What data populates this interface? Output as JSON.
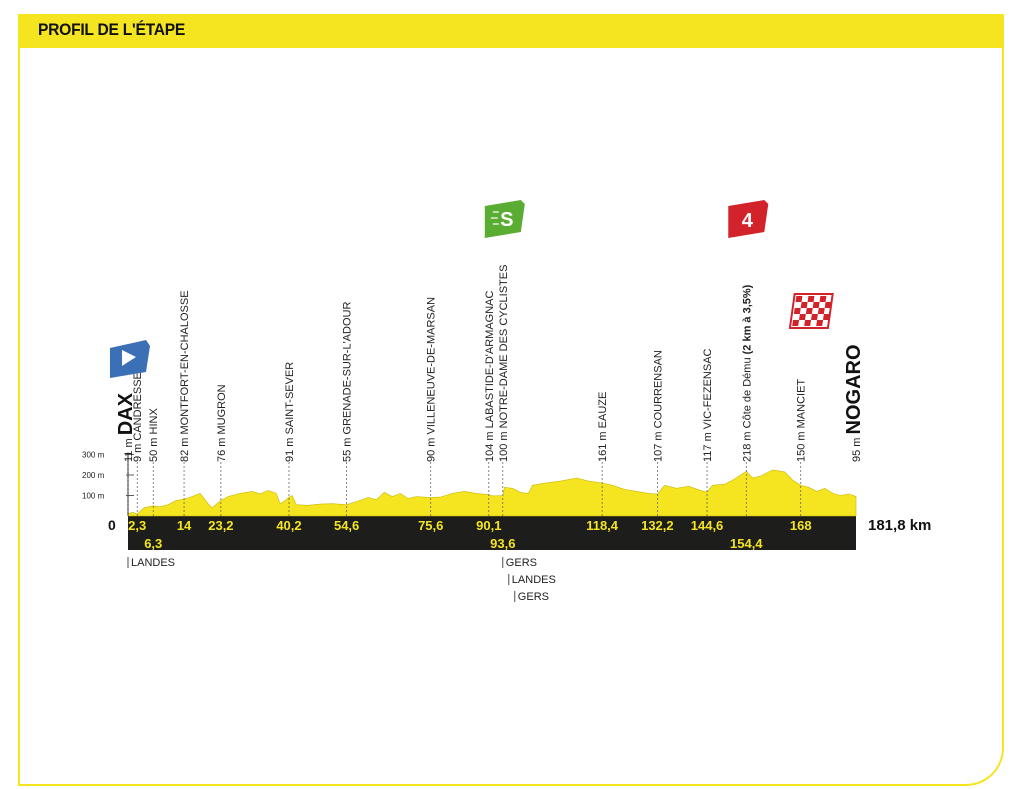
{
  "header": {
    "title": "PROFIL DE L'ÉTAPE"
  },
  "colors": {
    "accent_yellow": "#f5e521",
    "band_dark": "#1d1d1b",
    "sprint_green": "#5aac32",
    "climb_red": "#d2232a",
    "start_blue": "#3b6fb6"
  },
  "chart_data": {
    "type": "area",
    "title": "",
    "xlabel": "",
    "ylabel": "",
    "xlim": [
      0,
      181.8
    ],
    "ylim": [
      0,
      300
    ],
    "x_unit": "km",
    "y_ticks": [
      "300 m",
      "200 m",
      "100 m"
    ],
    "y_tick_values": [
      300,
      200,
      100
    ],
    "origin_label": "0",
    "total_label": "181,8 km",
    "profile": [
      [
        0,
        11
      ],
      [
        1.2,
        18
      ],
      [
        2.3,
        9
      ],
      [
        4,
        40
      ],
      [
        6.3,
        50
      ],
      [
        8,
        45
      ],
      [
        10,
        55
      ],
      [
        12,
        75
      ],
      [
        14,
        82
      ],
      [
        16,
        95
      ],
      [
        18,
        110
      ],
      [
        20,
        60
      ],
      [
        21,
        40
      ],
      [
        23.2,
        76
      ],
      [
        25,
        95
      ],
      [
        28,
        110
      ],
      [
        31,
        120
      ],
      [
        33,
        108
      ],
      [
        35,
        125
      ],
      [
        37,
        110
      ],
      [
        38,
        60
      ],
      [
        39,
        72
      ],
      [
        40.2,
        91
      ],
      [
        41,
        100
      ],
      [
        42,
        55
      ],
      [
        45,
        52
      ],
      [
        48,
        58
      ],
      [
        51,
        60
      ],
      [
        54.6,
        55
      ],
      [
        57,
        70
      ],
      [
        60,
        90
      ],
      [
        62,
        80
      ],
      [
        64,
        115
      ],
      [
        66,
        95
      ],
      [
        68,
        110
      ],
      [
        70,
        85
      ],
      [
        72,
        95
      ],
      [
        75.6,
        90
      ],
      [
        78,
        92
      ],
      [
        81,
        110
      ],
      [
        84,
        120
      ],
      [
        87,
        110
      ],
      [
        90.1,
        104
      ],
      [
        91,
        98
      ],
      [
        93.6,
        100
      ],
      [
        94,
        140
      ],
      [
        96,
        135
      ],
      [
        98,
        115
      ],
      [
        100,
        110
      ],
      [
        101,
        150
      ],
      [
        104,
        160
      ],
      [
        108,
        170
      ],
      [
        112,
        185
      ],
      [
        115,
        170
      ],
      [
        118.4,
        161
      ],
      [
        121,
        150
      ],
      [
        124,
        130
      ],
      [
        127,
        120
      ],
      [
        130,
        110
      ],
      [
        132.2,
        107
      ],
      [
        134,
        150
      ],
      [
        137,
        135
      ],
      [
        140,
        145
      ],
      [
        143,
        125
      ],
      [
        144.6,
        117
      ],
      [
        146,
        150
      ],
      [
        149,
        155
      ],
      [
        151,
        175
      ],
      [
        153,
        200
      ],
      [
        154.4,
        218
      ],
      [
        156,
        185
      ],
      [
        158,
        195
      ],
      [
        161,
        225
      ],
      [
        164,
        215
      ],
      [
        166,
        175
      ],
      [
        168,
        150
      ],
      [
        170,
        140
      ],
      [
        172,
        120
      ],
      [
        174,
        135
      ],
      [
        176,
        110
      ],
      [
        178,
        100
      ],
      [
        180,
        108
      ],
      [
        181.8,
        95
      ]
    ],
    "km_markers": [
      {
        "km": 2.3,
        "label": "2,3",
        "row": 1
      },
      {
        "km": 6.3,
        "label": "6,3",
        "row": 2
      },
      {
        "km": 14,
        "label": "14",
        "row": 1
      },
      {
        "km": 23.2,
        "label": "23,2",
        "row": 1
      },
      {
        "km": 40.2,
        "label": "40,2",
        "row": 1
      },
      {
        "km": 54.6,
        "label": "54,6",
        "row": 1
      },
      {
        "km": 75.6,
        "label": "75,6",
        "row": 1
      },
      {
        "km": 90.1,
        "label": "90,1",
        "row": 1
      },
      {
        "km": 93.6,
        "label": "93,6",
        "row": 2
      },
      {
        "km": 118.4,
        "label": "118,4",
        "row": 1
      },
      {
        "km": 132.2,
        "label": "132,2",
        "row": 1
      },
      {
        "km": 144.6,
        "label": "144,6",
        "row": 1
      },
      {
        "km": 154.4,
        "label": "154,4",
        "row": 2
      },
      {
        "km": 168,
        "label": "168",
        "row": 1
      }
    ],
    "locations": [
      {
        "km": 0,
        "alt": "11 m",
        "name": "DAX",
        "kind": "start"
      },
      {
        "km": 2.3,
        "alt": "9 m",
        "name": "CANDRESSE",
        "kind": "town"
      },
      {
        "km": 6.3,
        "alt": "50 m",
        "name": "HINX",
        "kind": "town"
      },
      {
        "km": 14,
        "alt": "82 m",
        "name": "MONTFORT-EN-CHALOSSE",
        "kind": "town"
      },
      {
        "km": 23.2,
        "alt": "76 m",
        "name": "MUGRON",
        "kind": "town"
      },
      {
        "km": 40.2,
        "alt": "91 m",
        "name": "SAINT-SEVER",
        "kind": "town"
      },
      {
        "km": 54.6,
        "alt": "55 m",
        "name": "GRENADE-SUR-L'ADOUR",
        "kind": "town"
      },
      {
        "km": 75.6,
        "alt": "90 m",
        "name": "VILLENEUVE-DE-MARSAN",
        "kind": "town"
      },
      {
        "km": 90.1,
        "alt": "104 m",
        "name": "LABASTIDE-D'ARMAGNAC",
        "kind": "town"
      },
      {
        "km": 93.6,
        "alt": "100 m",
        "name": "NOTRE-DAME DES CYCLISTES",
        "kind": "sprint"
      },
      {
        "km": 118.4,
        "alt": "161 m",
        "name": "EAUZE",
        "kind": "town"
      },
      {
        "km": 132.2,
        "alt": "107 m",
        "name": "COURRENSAN",
        "kind": "town"
      },
      {
        "km": 144.6,
        "alt": "117 m",
        "name": "VIC-FEZENSAC",
        "kind": "town"
      },
      {
        "km": 154.4,
        "alt": "218 m",
        "name": "Côte de Dému",
        "climb_detail": "(2 km à 3,5%)",
        "kind": "climb"
      },
      {
        "km": 168,
        "alt": "150 m",
        "name": "MANCIET",
        "kind": "town"
      },
      {
        "km": 181.8,
        "alt": "95 m",
        "name": "NOGARO",
        "kind": "finish"
      }
    ],
    "markers": {
      "sprint_letter": "S",
      "climb_category": "4"
    },
    "departments": [
      {
        "km": 0,
        "name": "LANDES",
        "row": 1
      },
      {
        "km": 93.6,
        "name": "GERS",
        "row": 1
      },
      {
        "km": 93.6,
        "name": "LANDES",
        "row": 2
      },
      {
        "km": 93.6,
        "name": "GERS",
        "row": 3
      }
    ]
  }
}
